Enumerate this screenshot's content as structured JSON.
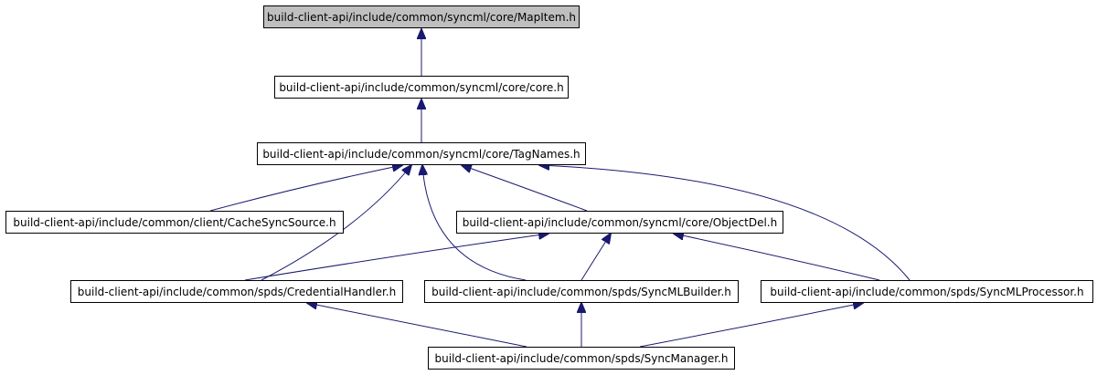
{
  "colors": {
    "edge": "#191970",
    "root_fill": "#bfbfbf",
    "node_fill": "#ffffff",
    "border": "#000000"
  },
  "nodes": {
    "mapitem": "build-client-api/include/common/syncml/core/MapItem.h",
    "core": "build-client-api/include/common/syncml/core/core.h",
    "tagnames": "build-client-api/include/common/syncml/core/TagNames.h",
    "cachesyncsource": "build-client-api/include/common/client/CacheSyncSource.h",
    "objectdel": "build-client-api/include/common/syncml/core/ObjectDel.h",
    "credentialhandler": "build-client-api/include/common/spds/CredentialHandler.h",
    "syncmlbuilder": "build-client-api/include/common/spds/SyncMLBuilder.h",
    "syncmlprocessor": "build-client-api/include/common/spds/SyncMLProcessor.h",
    "syncmanager": "build-client-api/include/common/spds/SyncManager.h"
  },
  "edges": [
    {
      "from": "core",
      "to": "mapitem"
    },
    {
      "from": "tagnames",
      "to": "core"
    },
    {
      "from": "cachesyncsource",
      "to": "tagnames"
    },
    {
      "from": "credentialhandler",
      "to": "tagnames"
    },
    {
      "from": "syncmlbuilder",
      "to": "tagnames"
    },
    {
      "from": "objectdel",
      "to": "tagnames"
    },
    {
      "from": "syncmlprocessor",
      "to": "tagnames"
    },
    {
      "from": "credentialhandler",
      "to": "objectdel"
    },
    {
      "from": "syncmlbuilder",
      "to": "objectdel"
    },
    {
      "from": "syncmlprocessor",
      "to": "objectdel"
    },
    {
      "from": "syncmanager",
      "to": "credentialhandler"
    },
    {
      "from": "syncmanager",
      "to": "syncmlbuilder"
    },
    {
      "from": "syncmanager",
      "to": "syncmlprocessor"
    }
  ]
}
